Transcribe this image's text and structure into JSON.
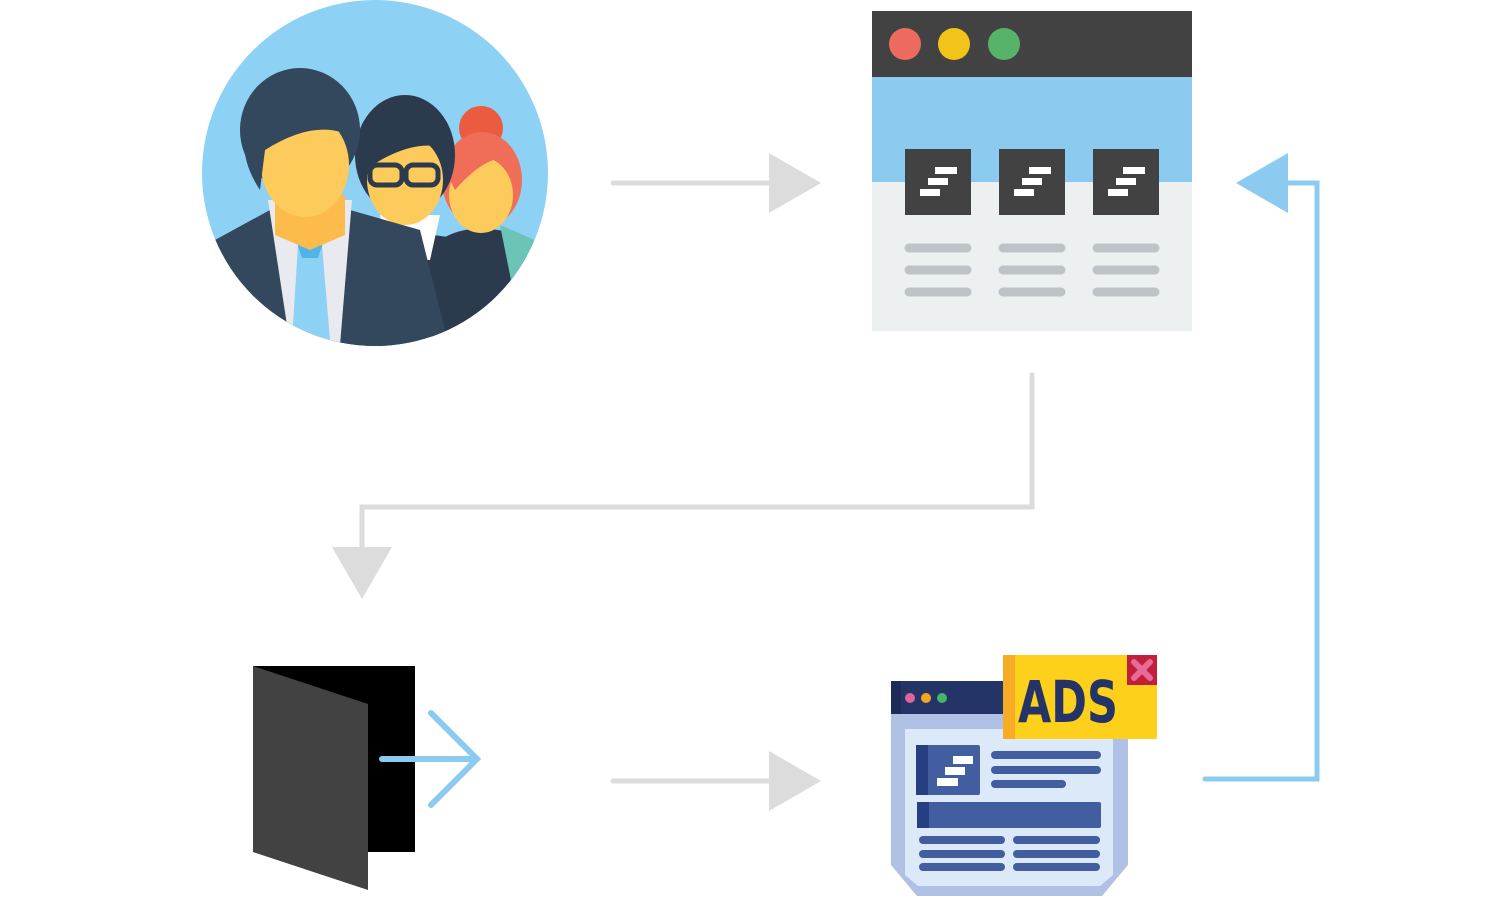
{
  "diagram": {
    "nodes": [
      {
        "id": "users",
        "icon": "user-group-icon"
      },
      {
        "id": "website",
        "icon": "browser-window-icon"
      },
      {
        "id": "exit",
        "icon": "exit-door-icon"
      },
      {
        "id": "ads-page",
        "icon": "ads-browser-icon"
      }
    ],
    "edges": [
      {
        "from": "users",
        "to": "website"
      },
      {
        "from": "website",
        "to": "exit"
      },
      {
        "from": "exit",
        "to": "ads-page"
      },
      {
        "from": "ads-page",
        "to": "website"
      }
    ],
    "ads_label": "ADS"
  },
  "colors": {
    "arrow_gray": "#dcdcdc",
    "arrow_blue": "#8ccbf0",
    "sky": "#8dd1f5",
    "dark": "#424243",
    "ads_yellow": "#fdd01b",
    "navy": "#253467"
  }
}
